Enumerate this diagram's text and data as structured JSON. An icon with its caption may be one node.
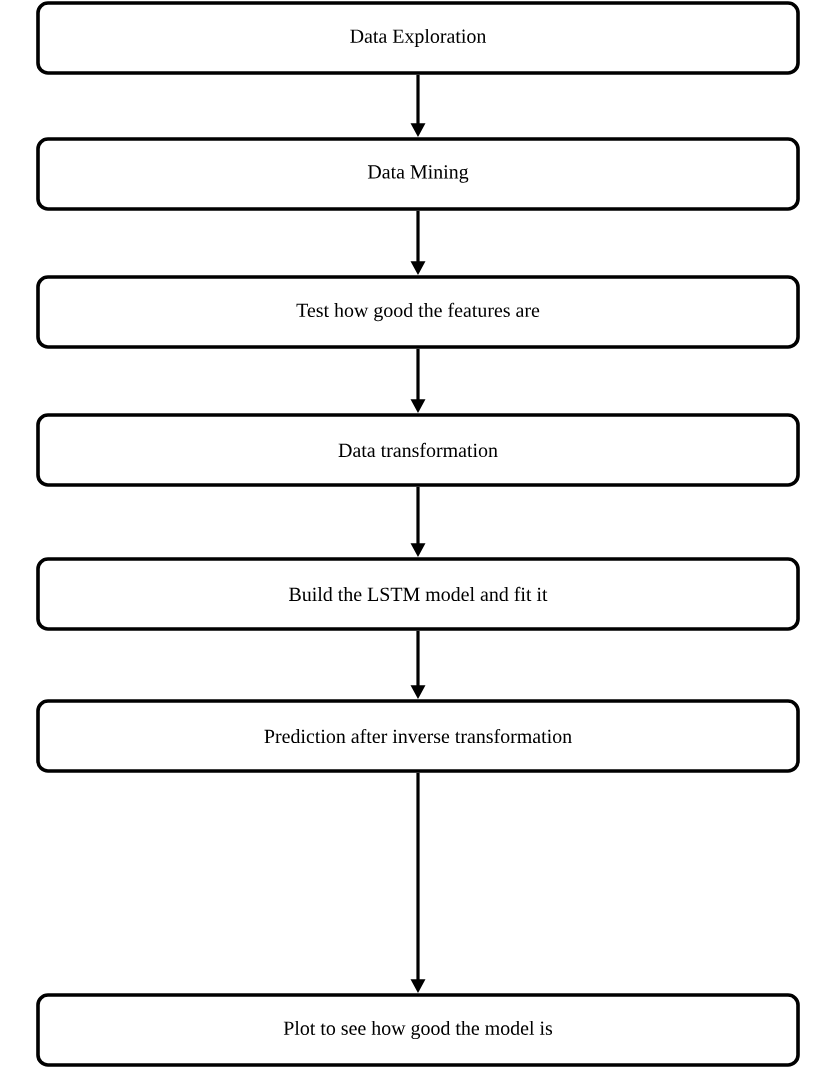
{
  "diagram": {
    "nodes": [
      {
        "text": [
          "Data Exploration"
        ]
      },
      {
        "text": [
          "Data Mining"
        ]
      },
      {
        "text": [
          "Test how good the features are"
        ]
      },
      {
        "text": [
          "Data transformation"
        ]
      },
      {
        "text": [
          "Build the LSTM model and fit it"
        ]
      },
      {
        "text": [
          "Prediction after inverse transformation"
        ]
      },
      {
        "text": [
          "Plot to see how good the model is"
        ]
      }
    ],
    "edges": [
      {
        "from": 0,
        "to": 1,
        "arrow": "to"
      },
      {
        "from": 1,
        "to": 2,
        "arrow": "to"
      },
      {
        "from": 2,
        "to": 3,
        "arrow": "to"
      },
      {
        "from": 3,
        "to": 4,
        "arrow": "to"
      },
      {
        "from": 4,
        "to": 5,
        "arrow": "to"
      },
      {
        "from": 5,
        "to": 6,
        "arrow": "to"
      }
    ]
  }
}
